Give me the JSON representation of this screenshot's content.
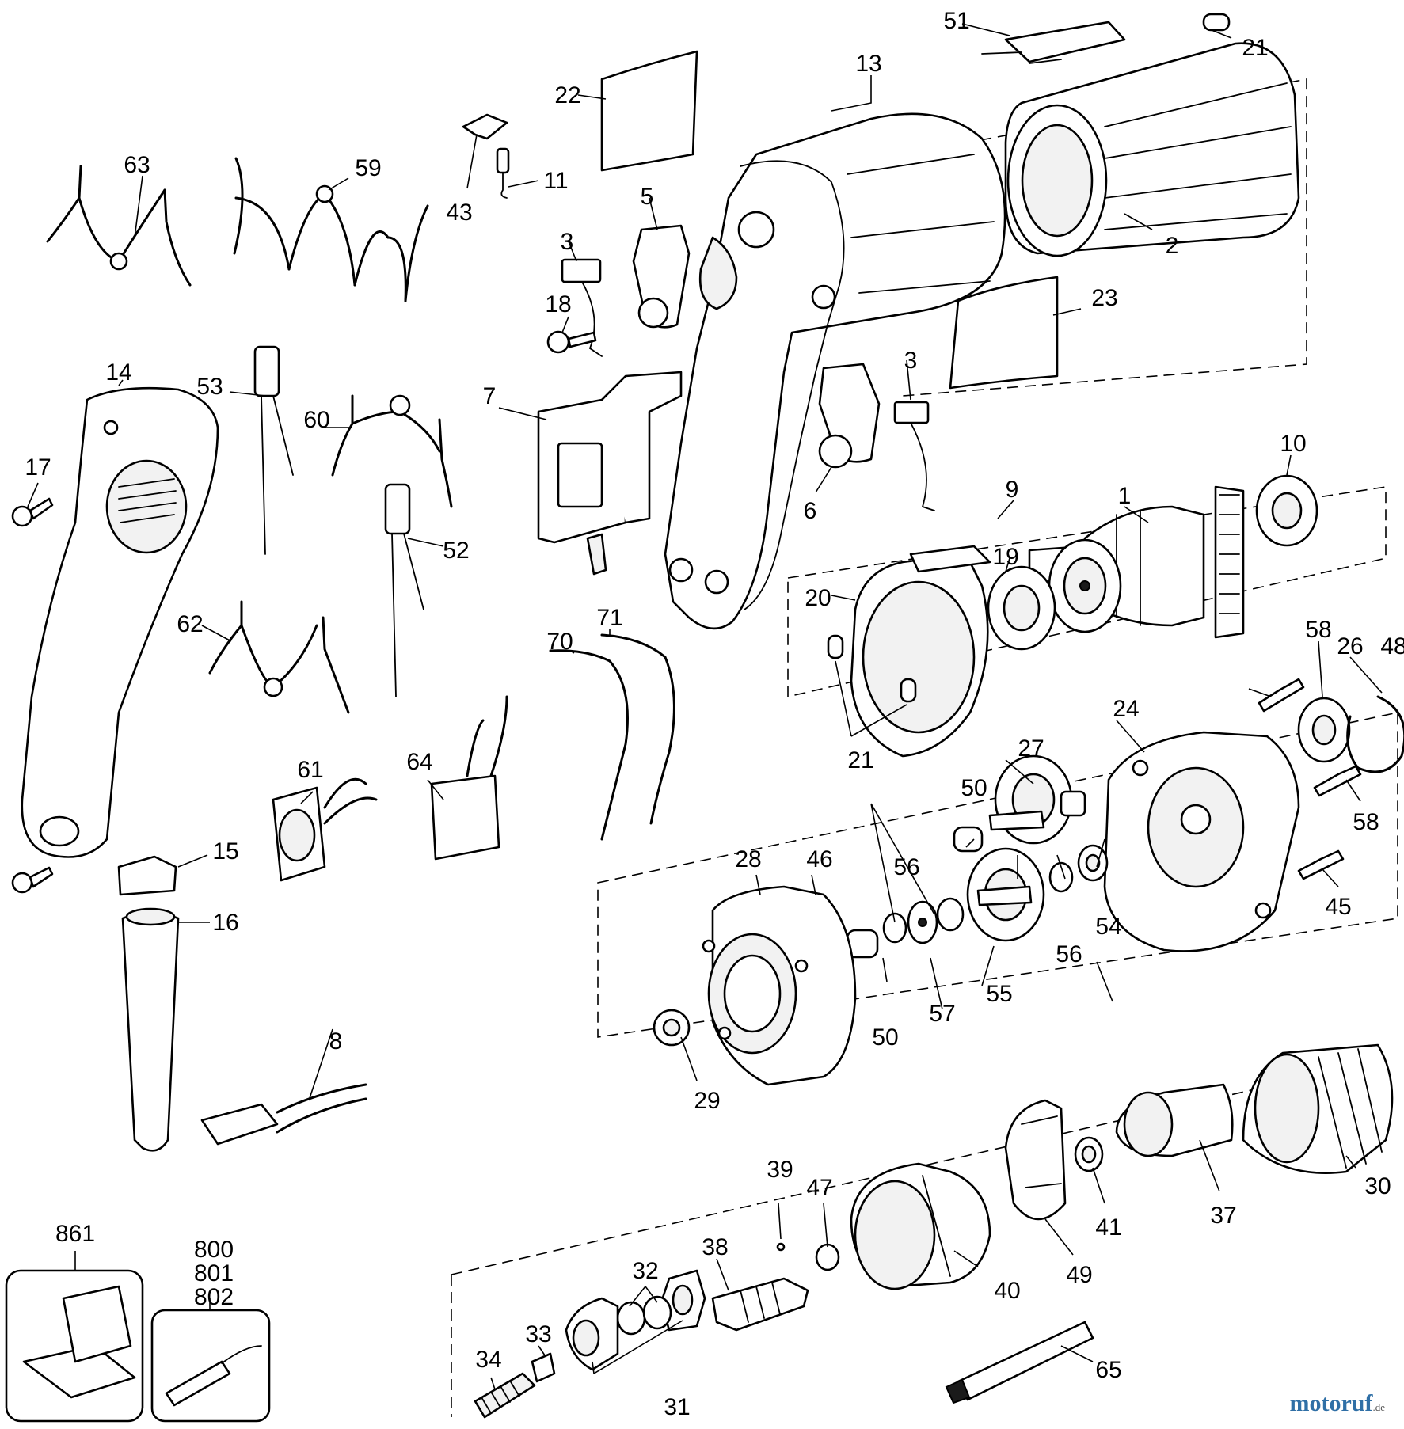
{
  "labels": {
    "p1": "1",
    "p2": "2",
    "p3a": "3",
    "p3b": "3",
    "p5": "5",
    "p6": "6",
    "p7": "7",
    "p8": "8",
    "p9": "9",
    "p10": "10",
    "p11": "11",
    "p13": "13",
    "p14": "14",
    "p15": "15",
    "p16": "16",
    "p17": "17",
    "p18": "18",
    "p19": "19",
    "p20": "20",
    "p21a": "21",
    "p21b": "21",
    "p22": "22",
    "p23": "23",
    "p24": "24",
    "p26": "26",
    "p27": "27",
    "p28": "28",
    "p29": "29",
    "p30": "30",
    "p31": "31",
    "p32": "32",
    "p33": "33",
    "p34": "34",
    "p37": "37",
    "p38": "38",
    "p39": "39",
    "p40": "40",
    "p41": "41",
    "p43": "43",
    "p45": "45",
    "p46": "46",
    "p47": "47",
    "p48": "48",
    "p49": "49",
    "p50a": "50",
    "p50b": "50",
    "p51": "51",
    "p52": "52",
    "p53": "53",
    "p54": "54",
    "p55": "55",
    "p56a": "56",
    "p56b": "56",
    "p57": "57",
    "p58a": "58",
    "p58b": "58",
    "p59": "59",
    "p60": "60",
    "p61": "61",
    "p62": "62",
    "p63": "63",
    "p64": "64",
    "p65": "65",
    "p70": "70",
    "p71": "71",
    "p861": "861",
    "p800": "800",
    "p801": "801",
    "p802": "802"
  },
  "watermark": {
    "brand": "motoruf",
    "suffix": ".de"
  }
}
